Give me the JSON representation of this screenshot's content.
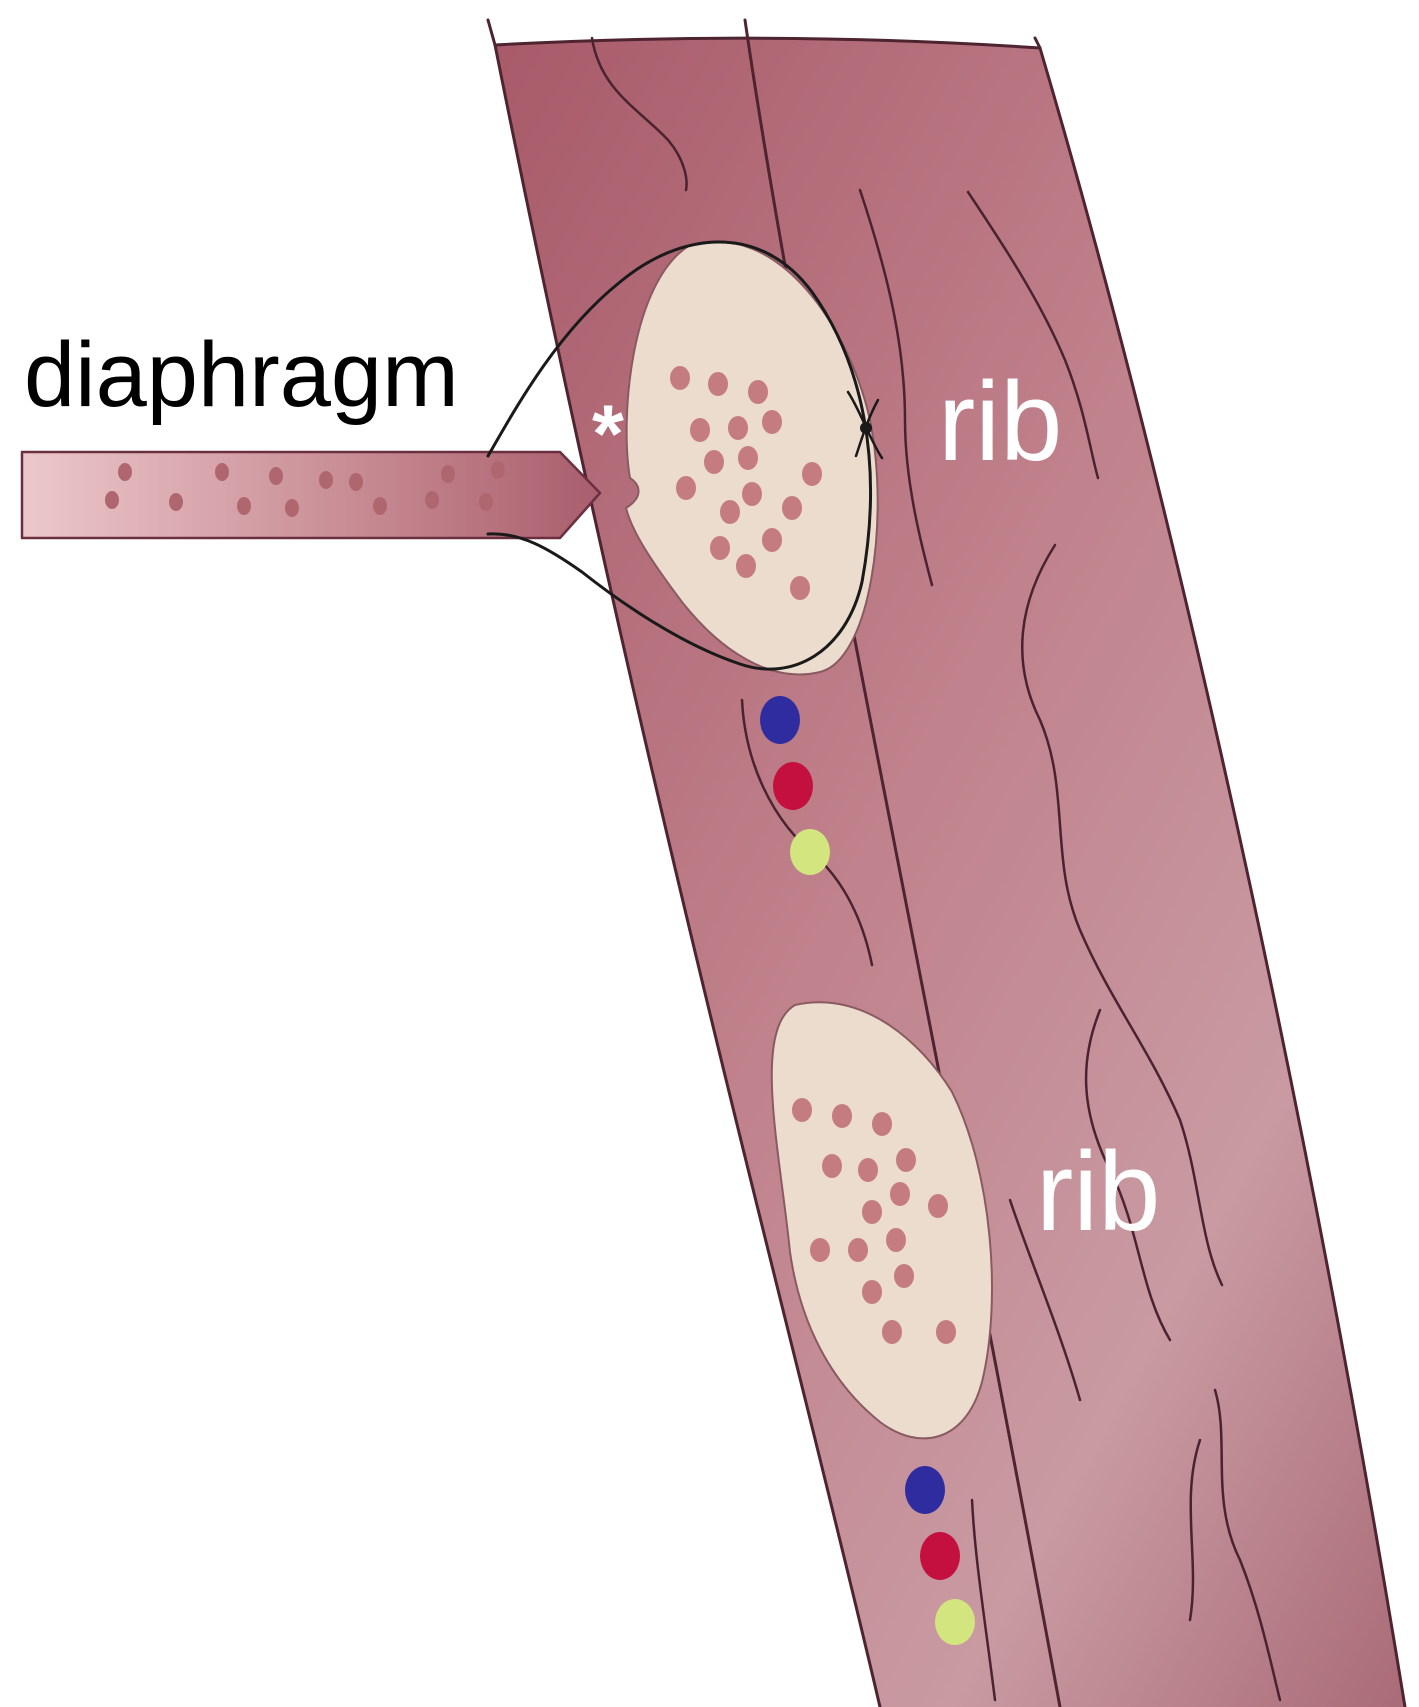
{
  "labels": {
    "diaphragm": "diaphragm",
    "asterisk": "*",
    "rib_upper": "rib",
    "rib_lower": "rib"
  },
  "colors": {
    "rib": "#ecdccd",
    "rib_dot": "#c47c80",
    "vein": "#2f2ca0",
    "artery": "#c3103f",
    "nerve": "#d3e57e",
    "suture": "#1a1a1a",
    "label_dark": "#000000",
    "label_light": "#ffffff"
  }
}
